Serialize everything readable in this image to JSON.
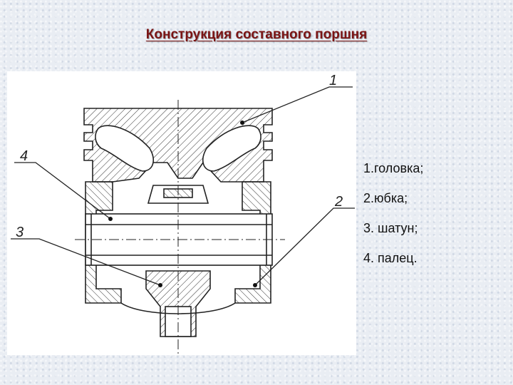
{
  "slide": {
    "title": "Конструкция составного поршня"
  },
  "drawing": {
    "callouts": [
      "1",
      "2",
      "3",
      "4"
    ]
  },
  "legend": {
    "items": [
      "1.головка;",
      "2.юбка;",
      "3. шатун;",
      "4. палец."
    ]
  },
  "colors": {
    "title": "#7a1414",
    "background": "#e9edf3",
    "panel": "#ffffff",
    "line": "#222222"
  }
}
